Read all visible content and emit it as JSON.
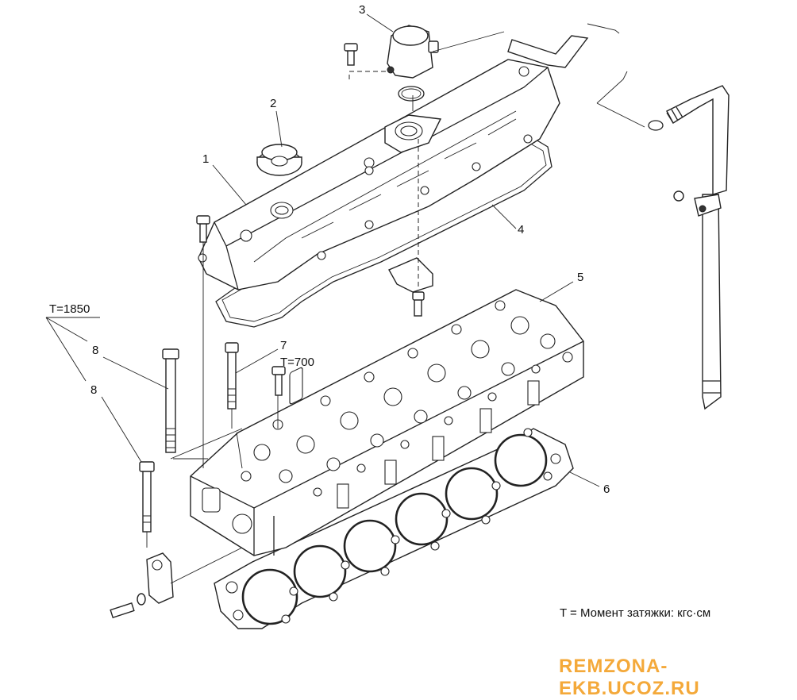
{
  "callouts": [
    {
      "id": "label-1",
      "text": "1"
    },
    {
      "id": "label-2",
      "text": "2"
    },
    {
      "id": "label-3",
      "text": "3"
    },
    {
      "id": "label-4",
      "text": "4"
    },
    {
      "id": "label-5",
      "text": "5"
    },
    {
      "id": "label-6",
      "text": "6"
    },
    {
      "id": "label-7",
      "text": "7"
    },
    {
      "id": "label-8a",
      "text": "8"
    },
    {
      "id": "label-8b",
      "text": "8"
    }
  ],
  "torque": {
    "main_bolts": "T=1850",
    "bolt_7": "T=700"
  },
  "legend": "T = Момент затяжки: кгс·см",
  "watermark": "REMZONA-EKB.UCOZ.RU"
}
